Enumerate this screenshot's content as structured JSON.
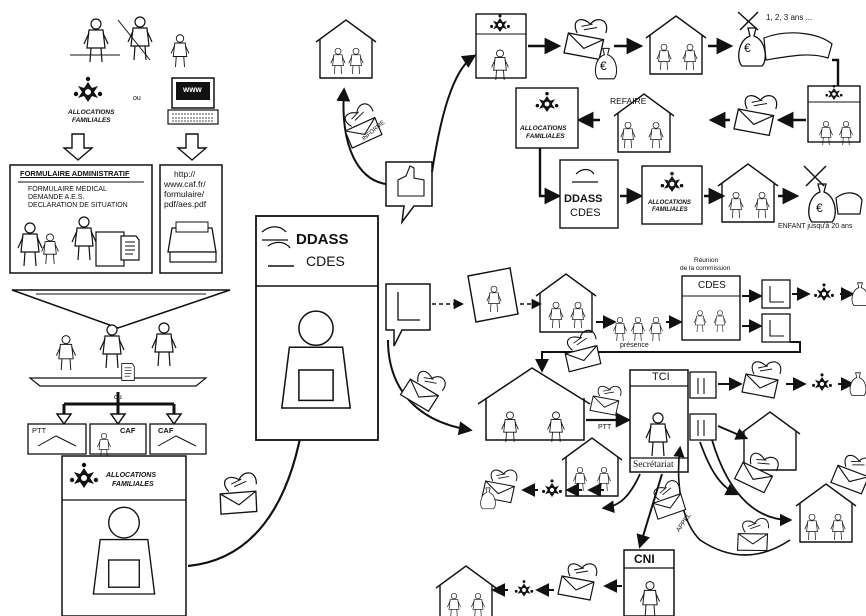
{
  "caf": {
    "name_line1": "ALLOCATIONS",
    "name_line2": "FAMILIALES",
    "or_label": "ou",
    "www_label": "www"
  },
  "forms": {
    "title": "FORMULAIRE ADMINISTRATIF",
    "items": [
      "FORMULAIRE MEDICAL",
      "DEMANDE A.E.S.",
      "DECLARATION DE SITUATION"
    ],
    "url_lines": [
      "http://",
      "www.caf.fr/",
      "formulaire/",
      "pdf/aes.pdf"
    ]
  },
  "send_options": {
    "or_label": "ou",
    "options": [
      "PTT",
      "CAF",
      "CAF"
    ]
  },
  "ddass": {
    "name": "DDASS",
    "cdes": "CDES"
  },
  "top_branch": {
    "years_label": "1, 2, 3 ans ...",
    "redo_label": "REFAIRE",
    "inform_label": "INFORME",
    "child_label": "ENFANT jusqu'à 20 ans",
    "euro_symbol": "€"
  },
  "middle_branch": {
    "meeting_line1": "Réunion",
    "meeting_line2": "de la commission",
    "cdes_label": "CDES",
    "presence_label": "présence",
    "post_label": "PTT"
  },
  "tribunal": {
    "tci_label": "TCI",
    "secretariat_label": "Secrétariat",
    "appeal_label": "APPEL",
    "cni_label": "CNI"
  }
}
